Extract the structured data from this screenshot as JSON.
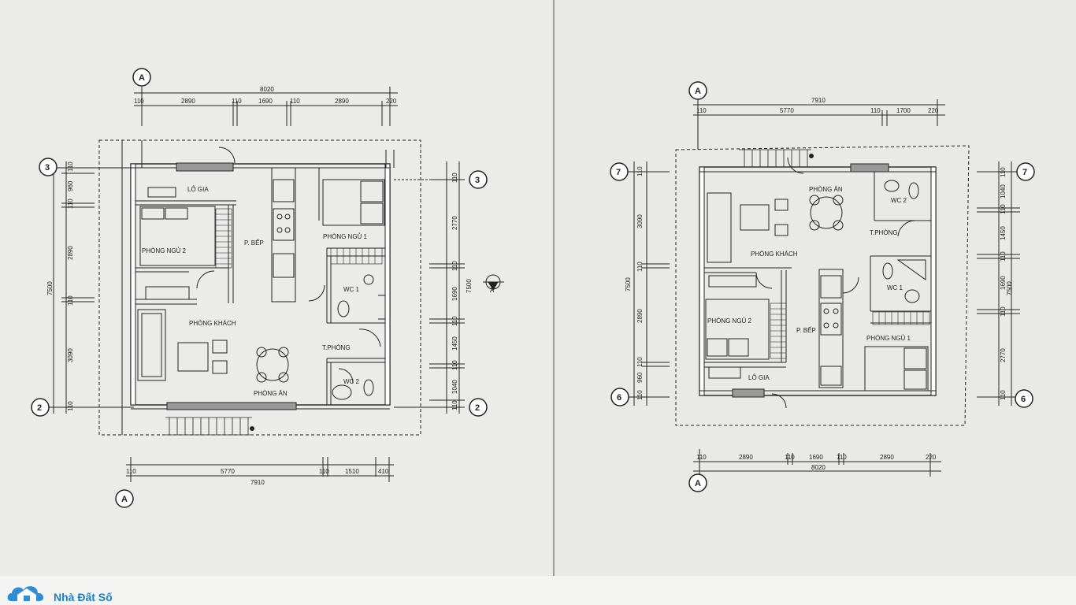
{
  "plan_left": {
    "axis_a_top": "A",
    "axis_a_bottom": "A",
    "axis_3_left": "3",
    "axis_3_right": "3",
    "axis_2_left": "2",
    "axis_2_right": "2",
    "section_mark": "A",
    "top_total": "8020",
    "top_segments": [
      "110",
      "2890",
      "110",
      "1690",
      "110",
      "2890",
      "220"
    ],
    "bottom_segments": [
      "110",
      "5770",
      "110",
      "1510",
      "410"
    ],
    "bottom_total": "7910",
    "left_total": "7500",
    "left_segments": [
      "110",
      "960",
      "110",
      "2890",
      "110",
      "3090",
      "110"
    ],
    "right_total": "7500",
    "right_segments": [
      "110",
      "2770",
      "110",
      "1690",
      "110",
      "1450",
      "110",
      "1040",
      "110"
    ],
    "rooms": {
      "logia": "LÔ GIA",
      "bedroom2": "PHÒNG NGỦ 2",
      "kitchen": "P. BẾP",
      "bedroom1": "PHÒNG NGỦ 1",
      "wc1": "WC 1",
      "living": "PHÒNG KHÁCH",
      "hall": "T.PHÒNG",
      "dining": "PHÒNG ĂN",
      "wc2": "WC 2"
    }
  },
  "plan_right": {
    "axis_a_top": "A",
    "axis_a_bottom": "A",
    "axis_7_left": "7",
    "axis_7_right": "7",
    "axis_6_left": "6",
    "axis_6_right": "6",
    "top_total": "7910",
    "top_segments": [
      "110",
      "5770",
      "110",
      "1700",
      "220"
    ],
    "bottom_segments": [
      "110",
      "2890",
      "110",
      "1690",
      "110",
      "2890",
      "220"
    ],
    "bottom_total": "8020",
    "left_total": "7500",
    "left_segments": [
      "110",
      "3090",
      "110",
      "2890",
      "110",
      "960",
      "110"
    ],
    "right_total": "7500",
    "right_segments": [
      "110",
      "1040",
      "110",
      "1450",
      "110",
      "1690",
      "110",
      "2770",
      "110"
    ],
    "rooms": {
      "dining": "PHÒNG ĂN",
      "wc2": "WC 2",
      "hall": "T.PHÒNG",
      "living": "PHÒNG KHÁCH",
      "wc1": "WC 1",
      "bedroom2": "PHÒNG NGỦ 2",
      "kitchen": "P. BẾP",
      "bedroom1": "PHÒNG NGỦ 1",
      "logia": "LÔ GIA"
    }
  },
  "watermark": {
    "brand": "Nhà Đất Số",
    "brand_color": "#1f7fc4",
    "icon": "house-cloud-logo"
  },
  "colors": {
    "paper": "#e9e9e7",
    "ink": "#222222"
  }
}
